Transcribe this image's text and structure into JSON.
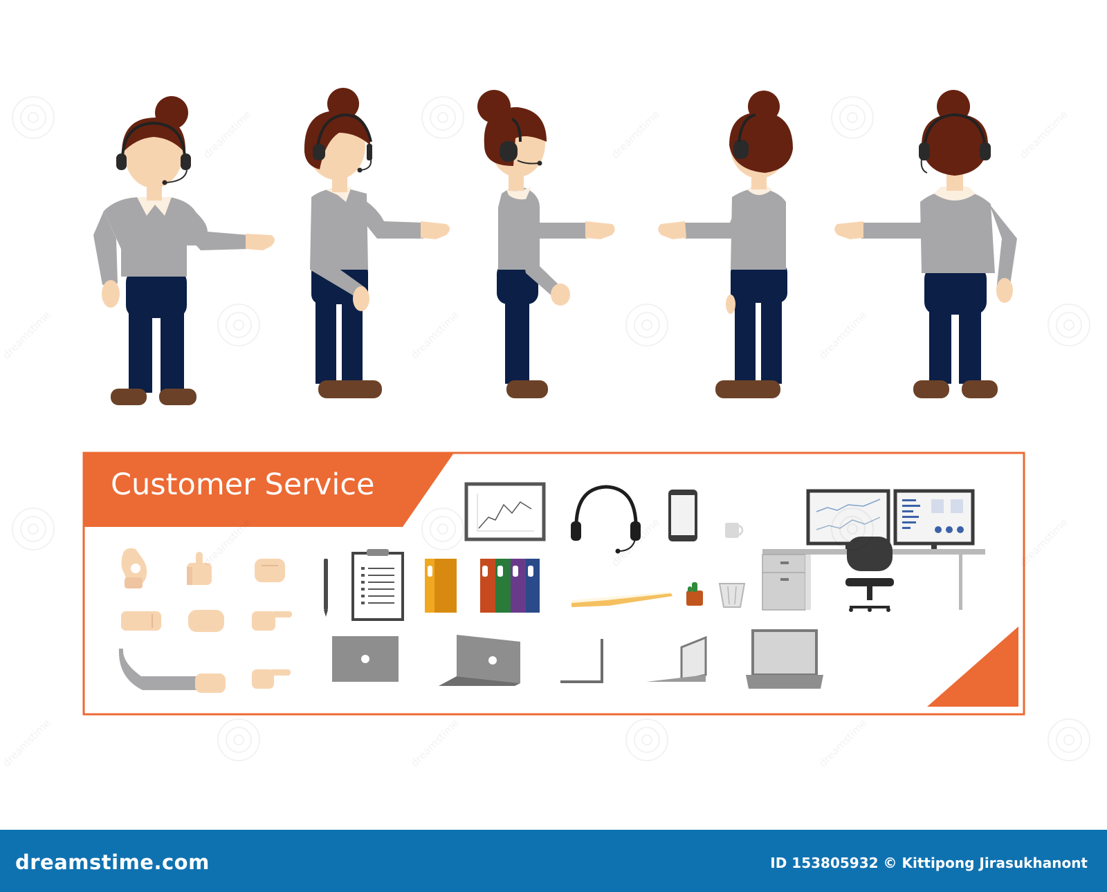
{
  "banner": {
    "title": "Customer Service"
  },
  "footer": {
    "site": "dreamstime.com",
    "credit": "ID 153805932 © Kittipong Jirasukhanont"
  },
  "watermark": {
    "text": "dreamstime"
  },
  "colors": {
    "accent_orange": "#ec6a34",
    "footer_blue": "#0f72b0",
    "hair": "#662210",
    "skin": "#f7d4b0",
    "sweater": "#a7a7a9",
    "pants": "#0b1f47",
    "shoes": "#6b4228"
  },
  "figures": [
    {
      "view": "front"
    },
    {
      "view": "three-quarter-left"
    },
    {
      "view": "side-left"
    },
    {
      "view": "back-right"
    },
    {
      "view": "back"
    }
  ],
  "icons": [
    "hand-ok-icon",
    "hand-thumbs-up-icon",
    "hand-fist-icon",
    "hand-flat-icon",
    "hand-closed-icon",
    "hand-pointing-icon",
    "arm-with-hand-icon",
    "hand-pointing-small-icon",
    "chart-board-icon",
    "headset-icon",
    "smartphone-icon",
    "coffee-cup-icon",
    "pen-icon",
    "clipboard-icon",
    "binder-icon",
    "binders-group-icon",
    "open-notebook-icon",
    "potted-cactus-icon",
    "trash-can-icon",
    "office-desk-icon",
    "monitor-line-chart-icon",
    "monitor-dashboard-icon",
    "office-chair-icon",
    "laptop-closed-back-icon",
    "laptop-angled-icon",
    "laptop-side-icon",
    "laptop-three-quarter-icon",
    "laptop-front-icon"
  ]
}
